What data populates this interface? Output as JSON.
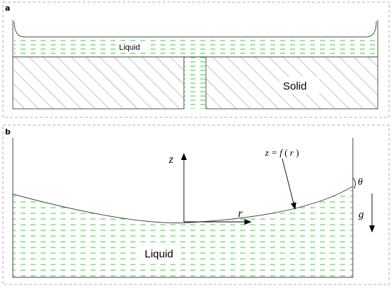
{
  "panel_a": {
    "label": "a",
    "liquid_label": "Liquid",
    "solid_label": "Solid"
  },
  "panel_b": {
    "label": "b",
    "z_axis_label": "z",
    "r_axis_label": "r",
    "surface_eq_lhs": "z = f",
    "surface_eq_arg": "r",
    "angle_label": "θ",
    "gravity_label": "g",
    "liquid_label": "Liquid"
  },
  "colors": {
    "liquid_dash": "#00c800",
    "frame_dash": "#999999",
    "line": "#404040"
  }
}
